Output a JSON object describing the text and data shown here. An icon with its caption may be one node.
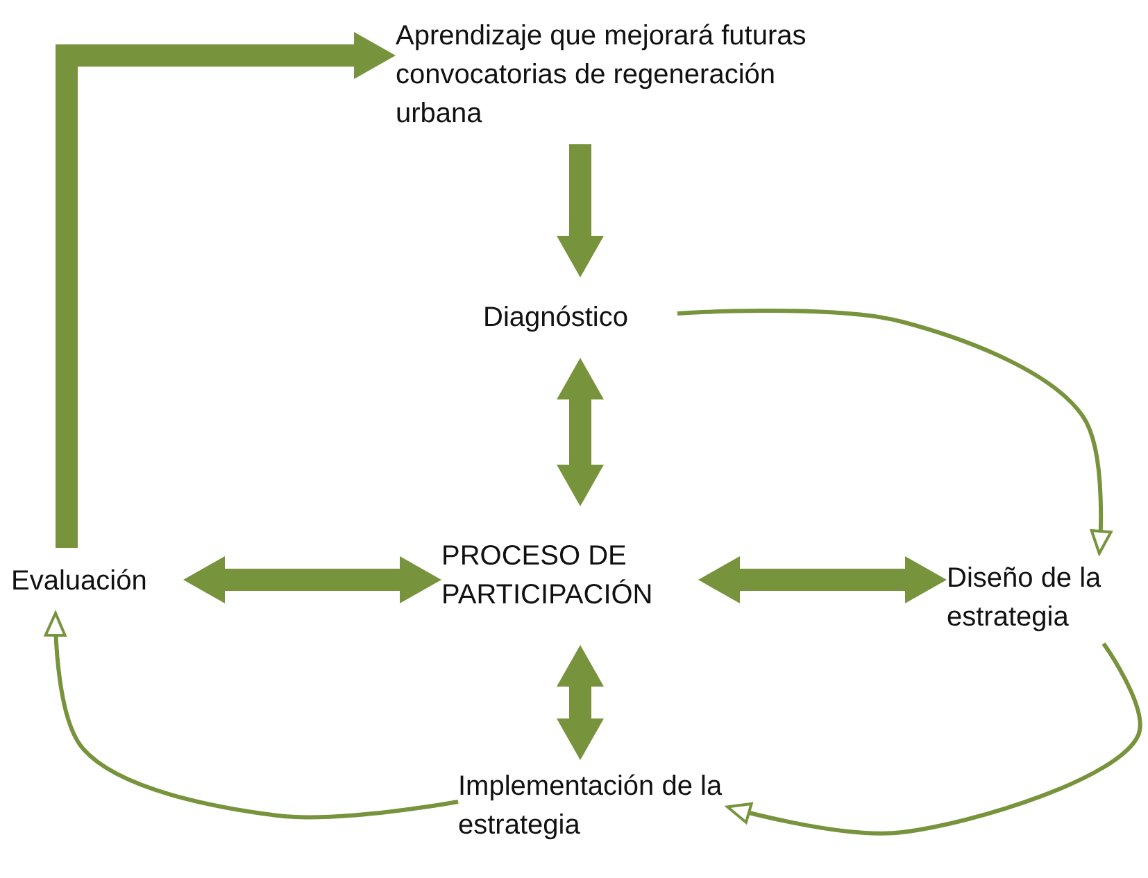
{
  "diagram": {
    "nodes": [
      {
        "text": [
          "Aprendizaje que mejorará futuras convocatorias de regeneración urbana"
        ]
      },
      {
        "text": [
          "Diagnóstico"
        ]
      },
      {
        "text": [
          "PROCESO DE PARTICIPACIÓN"
        ]
      },
      {
        "text": [
          "Diseño de la estrategia"
        ]
      },
      {
        "text": [
          "Implementación de la estrategia"
        ]
      },
      {
        "text": [
          "Evaluación"
        ]
      }
    ],
    "edges": [
      {
        "from": 5,
        "to": 0,
        "arrow": "to"
      },
      {
        "from": 0,
        "to": 1,
        "arrow": "to"
      },
      {
        "from": 2,
        "to": 1,
        "arrow": "both"
      },
      {
        "from": 2,
        "to": 3,
        "arrow": "both"
      },
      {
        "from": 2,
        "to": 4,
        "arrow": "both"
      },
      {
        "from": 2,
        "to": 5,
        "arrow": "both"
      },
      {
        "from": 1,
        "to": 3,
        "arrow": "to"
      },
      {
        "from": 3,
        "to": 4,
        "arrow": "to"
      },
      {
        "from": 4,
        "to": 5,
        "arrow": "to"
      }
    ]
  }
}
